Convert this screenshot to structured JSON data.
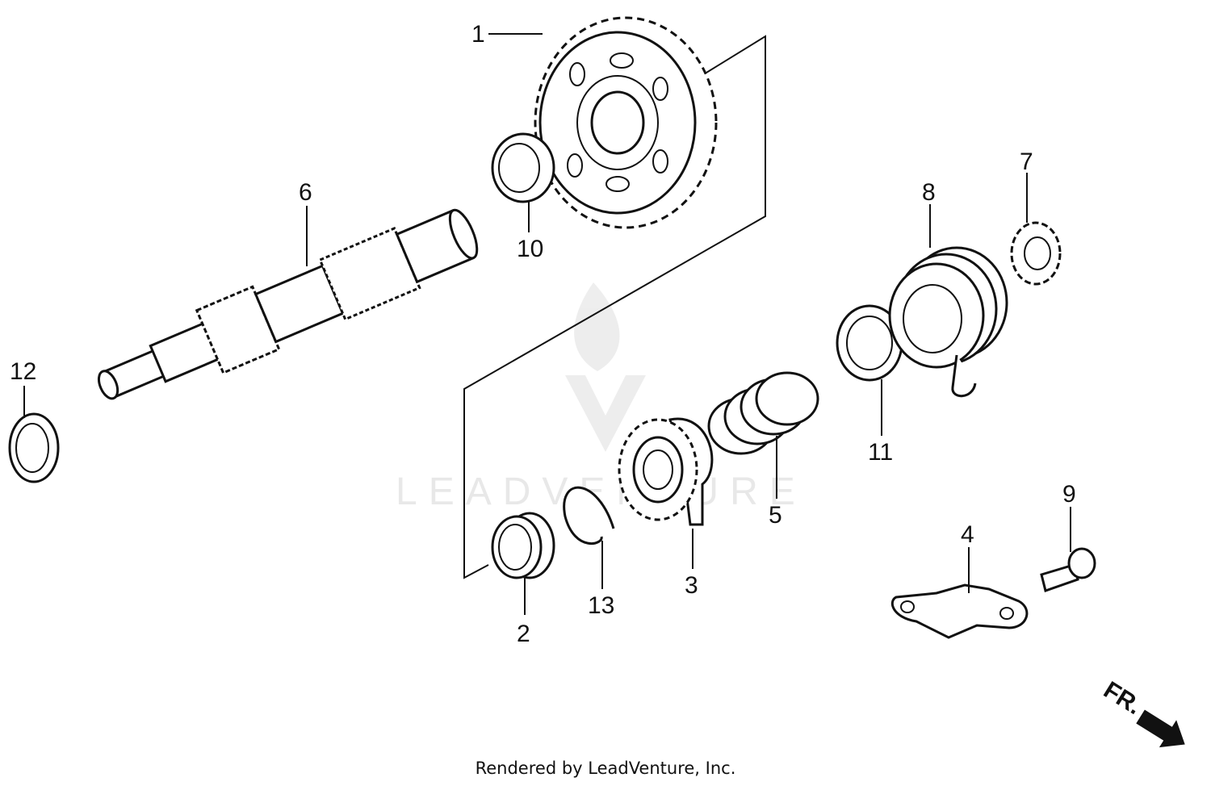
{
  "diagram": {
    "callouts": {
      "p1": "1",
      "p2": "2",
      "p3": "3",
      "p4": "4",
      "p5": "5",
      "p6": "6",
      "p7": "7",
      "p8": "8",
      "p9": "9",
      "p10": "10",
      "p11": "11",
      "p12": "12",
      "p13": "13"
    },
    "direction_label": "FR.",
    "watermark": "LEADVENTURE"
  },
  "footer": {
    "credit": "Rendered by LeadVenture, Inc."
  }
}
